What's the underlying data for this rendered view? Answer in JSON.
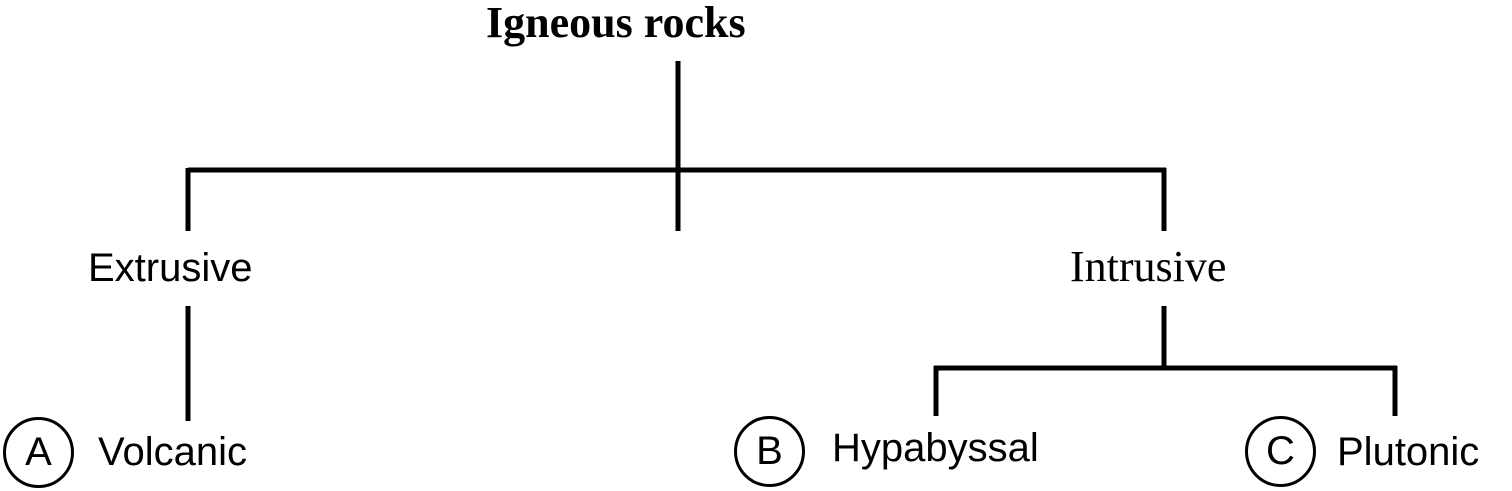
{
  "diagram": {
    "root": {
      "label": "Igneous rocks"
    },
    "categories": {
      "extrusive": {
        "label": "Extrusive"
      },
      "intrusive": {
        "label": "Intrusive"
      }
    },
    "leaves": [
      {
        "marker": "A",
        "label": "Volcanic"
      },
      {
        "marker": "B",
        "label": "Hypabyssal"
      },
      {
        "marker": "C",
        "label": "Plutonic"
      }
    ]
  }
}
